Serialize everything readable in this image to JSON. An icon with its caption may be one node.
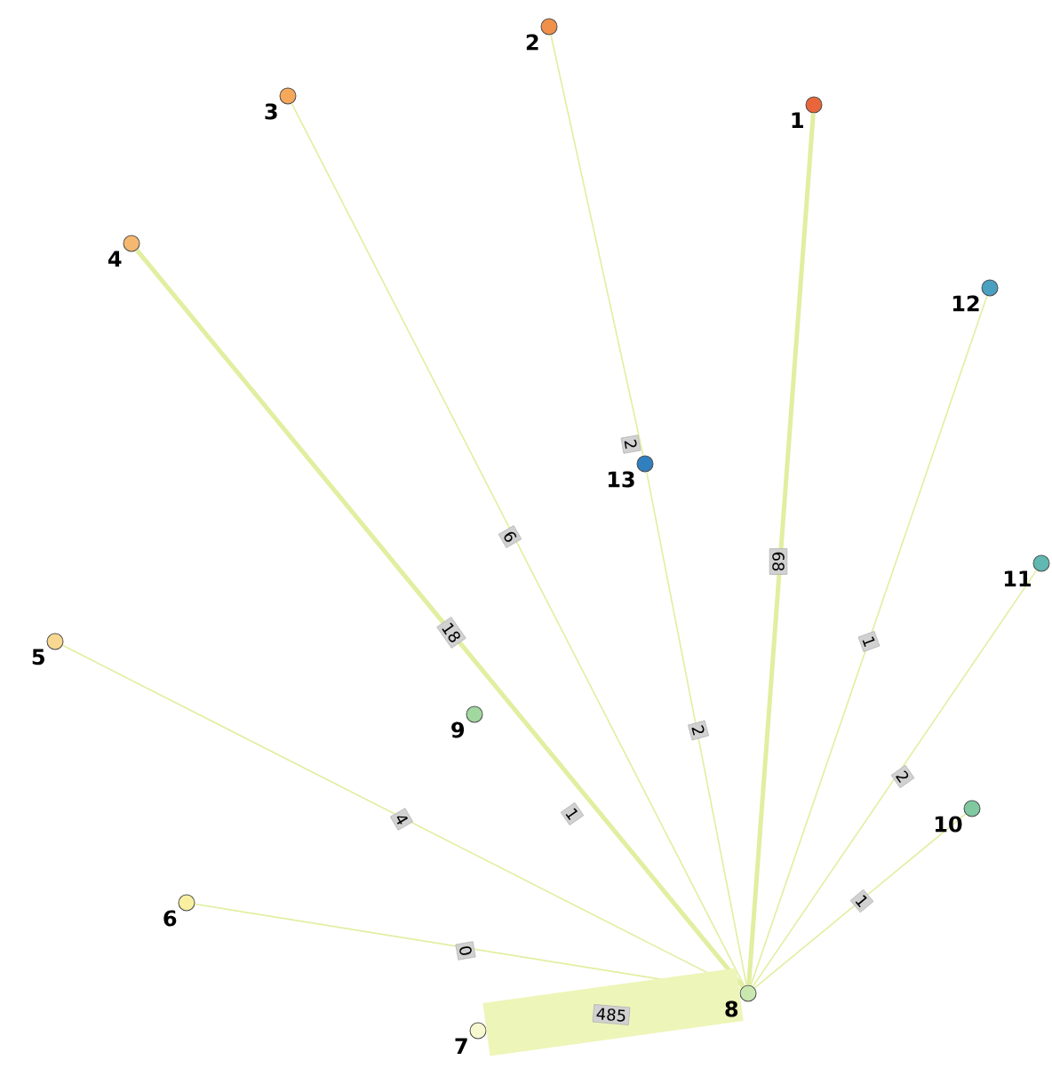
{
  "diagram": {
    "nodes": [
      {
        "text": [],
        "shape": "circle",
        "beside": [
          "1"
        ]
      },
      {
        "text": [],
        "shape": "circle",
        "beside": [
          "2"
        ]
      },
      {
        "text": [],
        "shape": "circle",
        "beside": [
          "3"
        ]
      },
      {
        "text": [],
        "shape": "circle",
        "beside": [
          "4"
        ]
      },
      {
        "text": [],
        "shape": "circle",
        "beside": [
          "5"
        ]
      },
      {
        "text": [],
        "shape": "circle",
        "beside": [
          "6"
        ]
      },
      {
        "text": [],
        "shape": "circle",
        "beside": [
          "7"
        ]
      },
      {
        "text": [],
        "shape": "circle",
        "beside": [
          "8"
        ]
      },
      {
        "text": [],
        "shape": "circle",
        "beside": [
          "9"
        ]
      },
      {
        "text": [],
        "shape": "circle",
        "beside": [
          "10"
        ]
      },
      {
        "text": [],
        "shape": "circle",
        "beside": [
          "11"
        ]
      },
      {
        "text": [],
        "shape": "circle",
        "beside": [
          "12"
        ]
      },
      {
        "text": [],
        "shape": "circle",
        "beside": [
          "13"
        ]
      }
    ],
    "edges": [
      {
        "from": 0,
        "to": 7,
        "arrow": "none",
        "label": "68",
        "style": "thick"
      },
      {
        "from": 1,
        "to": 12,
        "arrow": "none",
        "label": "2"
      },
      {
        "from": 12,
        "to": 7,
        "arrow": "none",
        "label": "2"
      },
      {
        "from": 2,
        "to": 7,
        "arrow": "none",
        "label": "6"
      },
      {
        "from": 3,
        "to": 7,
        "arrow": "none",
        "label": "18",
        "style": "thick"
      },
      {
        "from": 4,
        "to": 7,
        "arrow": "none",
        "label": "4"
      },
      {
        "from": 5,
        "to": 7,
        "arrow": "none",
        "label": "0"
      },
      {
        "from": 6,
        "to": 7,
        "arrow": "none",
        "label": "485",
        "style": "thick"
      },
      {
        "from": 11,
        "to": 7,
        "arrow": "none",
        "label": "1"
      },
      {
        "from": 10,
        "to": 7,
        "arrow": "none",
        "label": "2"
      },
      {
        "from": 9,
        "to": 7,
        "arrow": "none",
        "label": "1"
      }
    ],
    "labels": [
      "1"
    ]
  }
}
